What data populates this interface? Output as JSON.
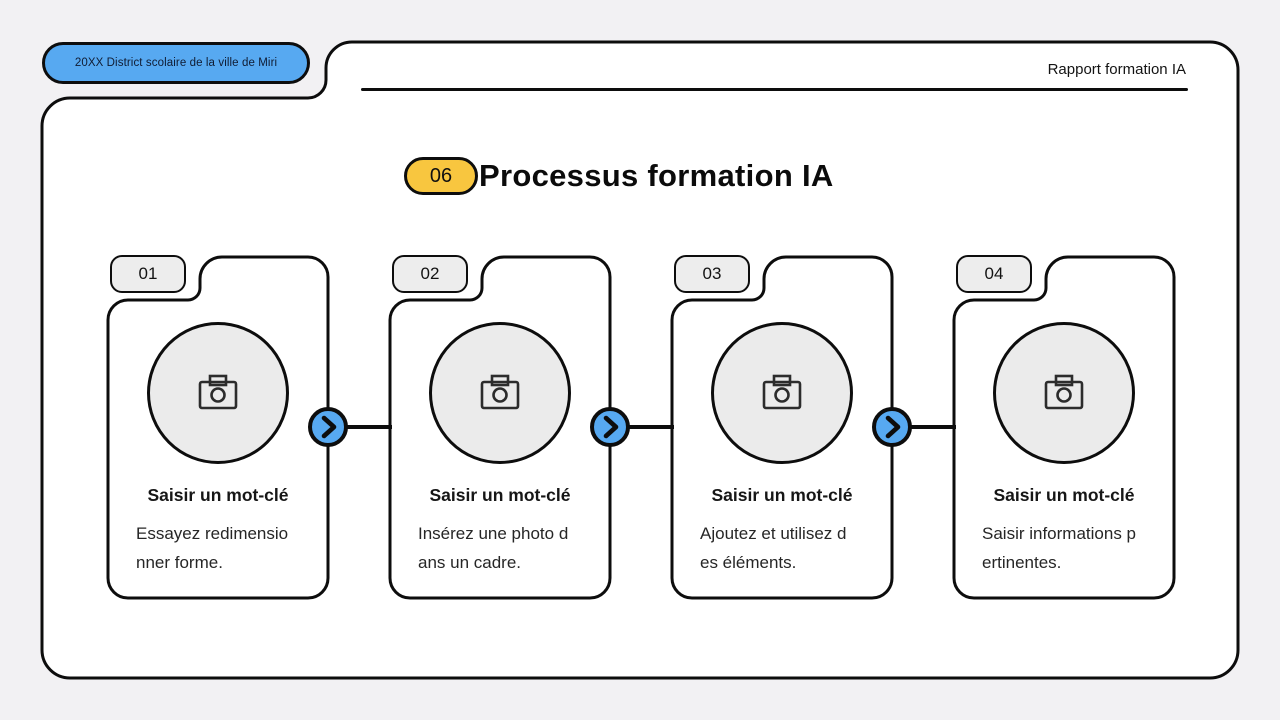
{
  "colors": {
    "bg": "#f2f1f3",
    "blue": "#57a9f1",
    "yellow": "#f8c63f",
    "ink": "#0d0d0d"
  },
  "header": {
    "district_badge": "20XX District scolaire de la ville de Miri",
    "report_label": "Rapport formation IA"
  },
  "title": {
    "number": "06",
    "text": "Processus formation IA"
  },
  "steps": [
    {
      "number": "01",
      "icon": "camera-icon",
      "heading": "Saisir un mot-clé",
      "desc_lines": [
        "Essayez redimensio",
        "nner forme."
      ]
    },
    {
      "number": "02",
      "icon": "camera-icon",
      "heading": "Saisir un mot-clé",
      "desc_lines": [
        "Insérez une photo d",
        "ans un cadre."
      ]
    },
    {
      "number": "03",
      "icon": "camera-icon",
      "heading": "Saisir un mot-clé",
      "desc_lines": [
        "Ajoutez et utilisez d",
        "es éléments."
      ]
    },
    {
      "number": "04",
      "icon": "camera-icon",
      "heading": "Saisir un mot-clé",
      "desc_lines": [
        "Saisir informations p",
        "ertinentes."
      ]
    }
  ]
}
